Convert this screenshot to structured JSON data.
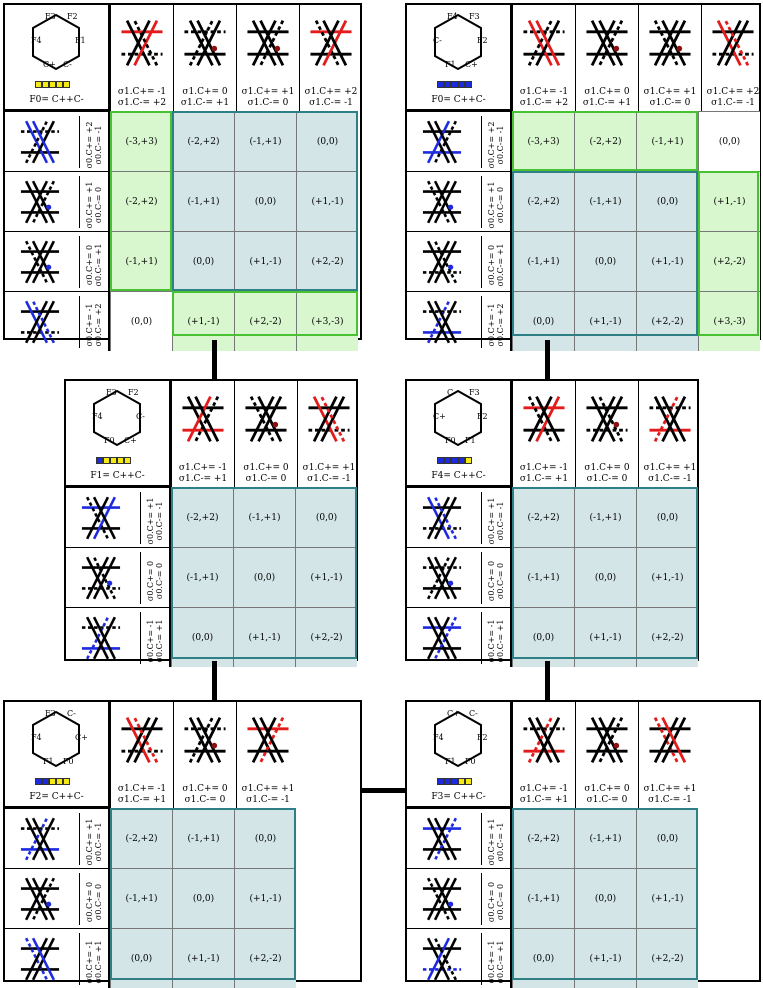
{
  "colors": {
    "teal_fill": "#d3e5e6",
    "green_fill": "#d9f7cf",
    "yellow": "#f5ea14",
    "blue": "#1d2ae0",
    "red": "#e31b1b"
  },
  "panels": [
    {
      "id": "p1",
      "formula": "F0= C++C-",
      "faces": [
        "F3",
        "F2",
        "F4",
        "F1",
        "C+",
        "C-"
      ],
      "bar": [
        "yellow",
        "yellow",
        "yellow",
        "yellow",
        "yellow"
      ],
      "cols": [
        [
          "σ1.C+= -1",
          "σ1.C-= +2"
        ],
        [
          "σ1.C+= 0",
          "σ1.C-= +1"
        ],
        [
          "σ1.C+= +1",
          "σ1.C-= 0"
        ],
        [
          "σ1.C+= +2",
          "σ1.C-= -1"
        ]
      ],
      "rows": [
        [
          "σ0.C+= +2",
          "σ0.C-= -1"
        ],
        [
          "σ0.C+= +1",
          "σ0.C-= 0"
        ],
        [
          "σ0.C+= 0",
          "σ0.C-= +1"
        ],
        [
          "σ0.C+= -1",
          "σ0.C-= +2"
        ]
      ],
      "cells": [
        [
          "(-3,+3)",
          "(-2,+2)",
          "(-1,+1)",
          "(0,0)"
        ],
        [
          "(-2,+2)",
          "(-1,+1)",
          "(0,0)",
          "(+1,-1)"
        ],
        [
          "(-1,+1)",
          "(0,0)",
          "(+1,-1)",
          "(+2,-2)"
        ],
        [
          "(0,0)",
          "(+1,-1)",
          "(+2,-2)",
          "(+3,-3)"
        ]
      ]
    },
    {
      "id": "p2",
      "formula": "F0= C++C-",
      "faces": [
        "F4",
        "F3",
        "C-",
        "F2",
        "F1",
        "C+"
      ],
      "bar": [
        "blue",
        "blue",
        "blue",
        "blue",
        "blue"
      ],
      "cols": [
        [
          "σ1.C+= -1",
          "σ1.C-= +2"
        ],
        [
          "σ1.C+= 0",
          "σ1.C-= +1"
        ],
        [
          "σ1.C+= +1",
          "σ1.C-= 0"
        ],
        [
          "σ1.C+= +2",
          "σ1.C-= -1"
        ]
      ],
      "rows": [
        [
          "σ0.C+= +2",
          "σ0.C-= -1"
        ],
        [
          "σ0.C+= +1",
          "σ0.C-= 0"
        ],
        [
          "σ0.C+= 0",
          "σ0.C-= +1"
        ],
        [
          "σ0.C+= -1",
          "σ0.C-= +2"
        ]
      ],
      "cells": [
        [
          "(-3,+3)",
          "(-2,+2)",
          "(-1,+1)",
          "(0,0)"
        ],
        [
          "(-2,+2)",
          "(-1,+1)",
          "(0,0)",
          "(+1,-1)"
        ],
        [
          "(-1,+1)",
          "(0,0)",
          "(+1,-1)",
          "(+2,-2)"
        ],
        [
          "(0,0)",
          "(+1,-1)",
          "(+2,-2)",
          "(+3,-3)"
        ]
      ]
    },
    {
      "id": "p3",
      "formula": "F1= C++C-",
      "faces": [
        "F3",
        "F2",
        "F4",
        "C-",
        "F0",
        "C+"
      ],
      "bar": [
        "blue",
        "yellow",
        "yellow",
        "yellow",
        "yellow"
      ],
      "cols": [
        [
          "σ1.C+= -1",
          "σ1.C-= +1"
        ],
        [
          "σ1.C+= 0",
          "σ1.C-= 0"
        ],
        [
          "σ1.C+= +1",
          "σ1.C-= -1"
        ]
      ],
      "rows": [
        [
          "σ0.C+= +1",
          "σ0.C-= -1"
        ],
        [
          "σ0.C+= 0",
          "σ0.C-= 0"
        ],
        [
          "σ0.C+= -1",
          "σ0.C-= +1"
        ]
      ],
      "cells": [
        [
          "(-2,+2)",
          "(-1,+1)",
          "(0,0)"
        ],
        [
          "(-1,+1)",
          "(0,0)",
          "(+1,-1)"
        ],
        [
          "(0,0)",
          "(+1,-1)",
          "(+2,-2)"
        ]
      ]
    },
    {
      "id": "p4",
      "formula": "F4= C++C-",
      "faces": [
        "C-",
        "F3",
        "C+",
        "F2",
        "F0",
        "F1"
      ],
      "bar": [
        "blue",
        "blue",
        "blue",
        "blue",
        "yellow"
      ],
      "cols": [
        [
          "σ1.C+= -1",
          "σ1.C-= +1"
        ],
        [
          "σ1.C+= 0",
          "σ1.C-= 0"
        ],
        [
          "σ1.C+= +1",
          "σ1.C-= -1"
        ]
      ],
      "rows": [
        [
          "σ0.C+= +1",
          "σ0.C-= -1"
        ],
        [
          "σ0.C+= 0",
          "σ0.C-= 0"
        ],
        [
          "σ0.C+= -1",
          "σ0.C-= +1"
        ]
      ],
      "cells": [
        [
          "(-2,+2)",
          "(-1,+1)",
          "(0,0)"
        ],
        [
          "(-1,+1)",
          "(0,0)",
          "(+1,-1)"
        ],
        [
          "(0,0)",
          "(+1,-1)",
          "(+2,-2)"
        ]
      ]
    },
    {
      "id": "p5",
      "formula": "F2= C++C-",
      "faces": [
        "F3",
        "C-",
        "F4",
        "C+",
        "F1",
        "F0"
      ],
      "bar": [
        "blue",
        "blue",
        "yellow",
        "yellow",
        "yellow"
      ],
      "cols": [
        [
          "σ1.C+= -1",
          "σ1.C-= +1"
        ],
        [
          "σ1.C+= 0",
          "σ1.C-= 0"
        ],
        [
          "σ1.C+= +1",
          "σ1.C-= -1"
        ]
      ],
      "rows": [
        [
          "σ0.C+= +1",
          "σ0.C-= -1"
        ],
        [
          "σ0.C+= 0",
          "σ0.C-= 0"
        ],
        [
          "σ0.C+= -1",
          "σ0.C-= +1"
        ]
      ],
      "cells": [
        [
          "(-2,+2)",
          "(-1,+1)",
          "(0,0)"
        ],
        [
          "(-1,+1)",
          "(0,0)",
          "(+1,-1)"
        ],
        [
          "(0,0)",
          "(+1,-1)",
          "(+2,-2)"
        ]
      ]
    },
    {
      "id": "p6",
      "formula": "F3= C++C-",
      "faces": [
        "C+",
        "C-",
        "F4",
        "F2",
        "F1",
        "F0"
      ],
      "bar": [
        "blue",
        "blue",
        "blue",
        "yellow",
        "yellow"
      ],
      "cols": [
        [
          "σ1.C+= -1",
          "σ1.C-= +1"
        ],
        [
          "σ1.C+= 0",
          "σ1.C-= 0"
        ],
        [
          "σ1.C+= +1",
          "σ1.C-= -1"
        ]
      ],
      "rows": [
        [
          "σ0.C+= +1",
          "σ0.C-= -1"
        ],
        [
          "σ0.C+= 0",
          "σ0.C-= 0"
        ],
        [
          "σ0.C+= -1",
          "σ0.C-= +1"
        ]
      ],
      "cells": [
        [
          "(-2,+2)",
          "(-1,+1)",
          "(0,0)"
        ],
        [
          "(-1,+1)",
          "(0,0)",
          "(+1,-1)"
        ],
        [
          "(0,0)",
          "(+1,-1)",
          "(+2,-2)"
        ]
      ]
    }
  ]
}
